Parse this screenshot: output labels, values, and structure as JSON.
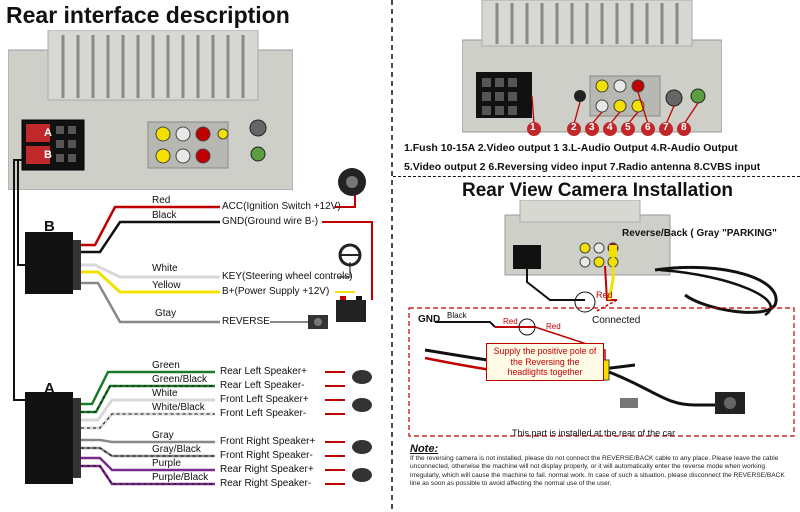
{
  "left": {
    "title": "Rear interface description",
    "connector_b": "B",
    "connector_a": "A",
    "unit_labels": [
      "A",
      "B"
    ],
    "wires_b": [
      {
        "color_name": "Red",
        "function": "ACC(Ignition Switch +12V)",
        "color": "#c00000"
      },
      {
        "color_name": "Black",
        "function": "GND(Ground wire B-)",
        "color": "#111111"
      },
      {
        "color_name": "White",
        "function": "KEY(Steering wheel controls)",
        "color": "#d8d8d8"
      },
      {
        "color_name": "Yellow",
        "function": "B+(Power Supply +12V)",
        "color": "#f2e000"
      },
      {
        "color_name": "Gtay",
        "function": "REVERSE",
        "color": "#888888"
      }
    ],
    "wires_a": [
      {
        "color_name": "Green",
        "function": "Rear Left Speaker+",
        "color": "#1a7a2a",
        "stripe": ""
      },
      {
        "color_name": "Green/Black",
        "function": "Rear Left Speaker-",
        "color": "#1a7a2a",
        "stripe": "#111111"
      },
      {
        "color_name": "White",
        "function": "Front Left Speaker+",
        "color": "#d8d8d8",
        "stripe": ""
      },
      {
        "color_name": "White/Black",
        "function": "Front Left Speaker-",
        "color": "#d8d8d8",
        "stripe": "#111111"
      },
      {
        "color_name": "Gray",
        "function": "Front Right Speaker+",
        "color": "#888888",
        "stripe": ""
      },
      {
        "color_name": "Gray/Black",
        "function": "Front Right Speaker-",
        "color": "#888888",
        "stripe": "#111111"
      },
      {
        "color_name": "Purple",
        "function": "Rear Right Speaker+",
        "color": "#7a2a8a",
        "stripe": ""
      },
      {
        "color_name": "Purple/Black",
        "function": "Rear Right Speaker-",
        "color": "#7a2a8a",
        "stripe": "#111111"
      }
    ]
  },
  "right_top": {
    "port_numbers": [
      "1",
      "2",
      "3",
      "4",
      "5",
      "6",
      "7",
      "8"
    ],
    "legend_line1": "1.Fush 10-15A  2.Video output 1  3.L-Audio Output  4.R-Audio Output",
    "legend_line2": "5.Video output 2  6.Reversing video input 7.Radio antenna 8.CVBS input"
  },
  "right_bottom": {
    "title": "Rear View Camera Installation",
    "reverse_label": "Reverse/Back ( Gray \"PARKING\"",
    "red_label_1": "Red",
    "red_label_2": "Red",
    "red_label_3": "Red",
    "connected_label": "Connected",
    "gnd_label": "GND",
    "black_label": "Black",
    "callout": "Supply the positive pole of the Reversing the headlights together",
    "rear_note": "This part is installed at the rear of the car",
    "note_title": "Note:",
    "note_text": "If the reversing camera is not installed, please do not connect the REVERSE/BACK cable to any place. Please leave the cable unconnected, otherwise the machine will not display properly, or it will automatically enter the reverse mode when working irregularly, which will cause the machine to fail. normal work. In case of such a situation, please disconnect the REVERSE/BACK line as soon as possible to avoid affecting the normal use of the user."
  },
  "colors": {
    "wire_red": "#c00000",
    "panel_metal": "#c9c9c4",
    "rca_yellow": "#f2e000",
    "rca_white": "#e8e8e8",
    "rca_red": "#c00000",
    "badge_red": "#c0282a"
  }
}
